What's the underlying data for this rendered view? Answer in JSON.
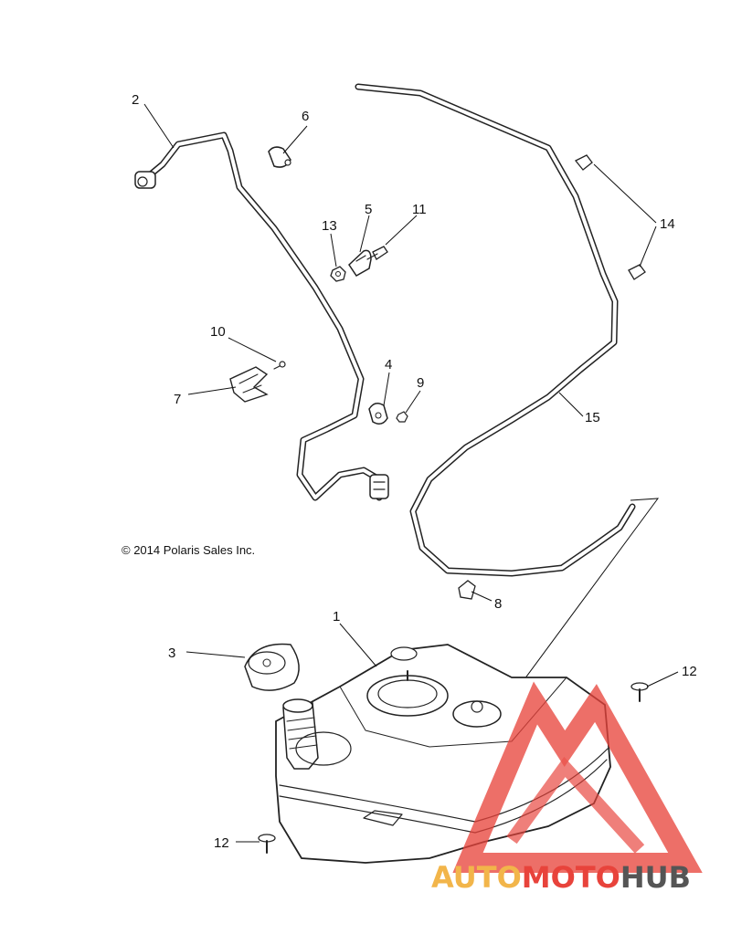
{
  "copyright": "© 2014 Polaris Sales Inc.",
  "callouts": {
    "n1": "1",
    "n2": "2",
    "n3": "3",
    "n4": "4",
    "n5": "5",
    "n6": "6",
    "n7": "7",
    "n8": "8",
    "n9": "9",
    "n10": "10",
    "n11": "11",
    "n12a": "12",
    "n12b": "12",
    "n13": "13",
    "n14": "14",
    "n15": "15"
  },
  "watermark": {
    "part1": "AUTO",
    "part2": "MOTO",
    "part3": "HUB",
    "color_primary": "#e8433b",
    "color_secondary": "#f2b54a",
    "color_dark": "#555555"
  }
}
